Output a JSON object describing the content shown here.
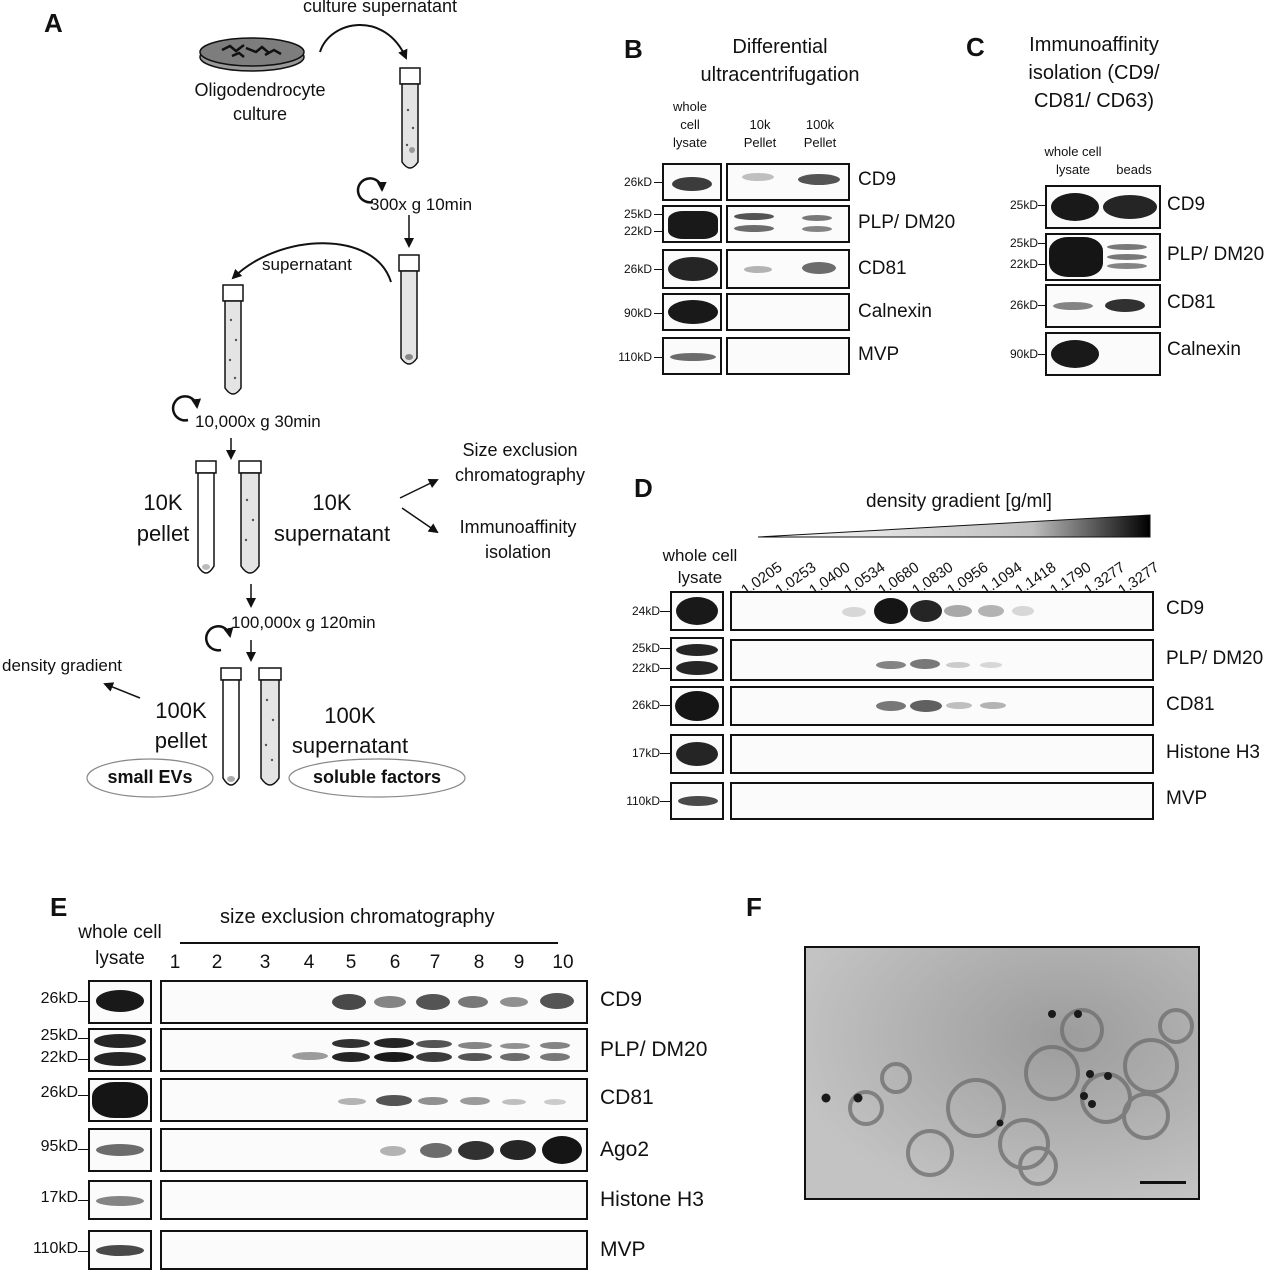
{
  "panel_labels": {
    "a": "A",
    "b": "B",
    "c": "C",
    "d": "D",
    "e": "E",
    "f": "F"
  },
  "panel_a": {
    "culture_supernatant": "culture supernatant",
    "oligodendrocyte_culture_line1": "Oligodendrocyte",
    "oligodendrocyte_culture_line2": "culture",
    "spin1": "300x g 10min",
    "supernatant": "supernatant",
    "spin2": "10,000x g 30min",
    "pellet_10k_line1": "10K",
    "pellet_10k_line2": "pellet",
    "supernatant_10k_line1": "10K",
    "supernatant_10k_line2": "supernatant",
    "sec_line1": "Size exclusion",
    "sec_line2": "chromatography",
    "immuno_line1": "Immunoaffinity",
    "immuno_line2": "isolation",
    "spin3": "100,000x g 120min",
    "density_gradient": "density gradient",
    "pellet_100k_line1": "100K",
    "pellet_100k_line2": "pellet",
    "supernatant_100k_line1": "100K",
    "supernatant_100k_line2": "supernatant",
    "small_evs": "small EVs",
    "soluble_factors": "soluble factors"
  },
  "panel_b": {
    "title_line1": "Differential",
    "title_line2": "ultracentrifugation",
    "lanes": {
      "wcl_line1": "whole",
      "wcl_line2": "cell",
      "wcl_line3": "lysate",
      "p10_line1": "10k",
      "p10_line2": "Pellet",
      "p100_line1": "100k",
      "p100_line2": "Pellet"
    },
    "rows": [
      {
        "protein": "CD9",
        "markers": [
          "26kD"
        ]
      },
      {
        "protein": "PLP/ DM20",
        "markers": [
          "25kD",
          "22kD"
        ]
      },
      {
        "protein": "CD81",
        "markers": [
          "26kD"
        ]
      },
      {
        "protein": "Calnexin",
        "markers": [
          "90kD"
        ]
      },
      {
        "protein": "MVP",
        "markers": [
          "110kD"
        ]
      }
    ]
  },
  "panel_c": {
    "title_line1": "Immunoaffinity",
    "title_line2": "isolation (CD9/",
    "title_line3": "CD81/ CD63)",
    "lanes": {
      "wcl_line1": "whole cell",
      "wcl_line2": "lysate",
      "beads": "beads"
    },
    "rows": [
      {
        "protein": "CD9",
        "markers": [
          "25kD"
        ]
      },
      {
        "protein": "PLP/ DM20",
        "markers": [
          "25kD",
          "22kD"
        ]
      },
      {
        "protein": "CD81",
        "markers": [
          "26kD"
        ]
      },
      {
        "protein": "Calnexin",
        "markers": [
          "90kD"
        ]
      }
    ]
  },
  "panel_d": {
    "title": "density gradient [g/ml]",
    "wcl_line1": "whole cell",
    "wcl_line2": "lysate",
    "densities": [
      "1.0205",
      "1.0253",
      "1.0400",
      "1.0534",
      "1.0680",
      "1.0830",
      "1.0956",
      "1.1094",
      "1.1418",
      "1.1790",
      "1.3277",
      "1.3277"
    ],
    "rows": [
      {
        "protein": "CD9",
        "markers": [
          "24kD"
        ]
      },
      {
        "protein": "PLP/ DM20",
        "markers": [
          "25kD",
          "22kD"
        ]
      },
      {
        "protein": "CD81",
        "markers": [
          "26kD"
        ]
      },
      {
        "protein": "Histone H3",
        "markers": [
          "17kD"
        ]
      },
      {
        "protein": "MVP",
        "markers": [
          "110kD"
        ]
      }
    ]
  },
  "panel_e": {
    "title": "size exclusion chromatography",
    "wcl_line1": "whole cell",
    "wcl_line2": "lysate",
    "fractions": [
      "1",
      "2",
      "3",
      "4",
      "5",
      "6",
      "7",
      "8",
      "9",
      "10"
    ],
    "rows": [
      {
        "protein": "CD9",
        "markers": [
          "26kD"
        ]
      },
      {
        "protein": "PLP/ DM20",
        "markers": [
          "25kD",
          "22kD"
        ]
      },
      {
        "protein": "CD81",
        "markers": [
          "26kD"
        ]
      },
      {
        "protein": "Ago2",
        "markers": [
          "95kD"
        ]
      },
      {
        "protein": "Histone H3",
        "markers": [
          "17kD"
        ]
      },
      {
        "protein": "MVP",
        "markers": [
          "110kD"
        ]
      }
    ]
  },
  "colors": {
    "ink": "#111111",
    "blot_bg": "#fbfbfb",
    "micrograph_bg": "#b9b9b9"
  }
}
